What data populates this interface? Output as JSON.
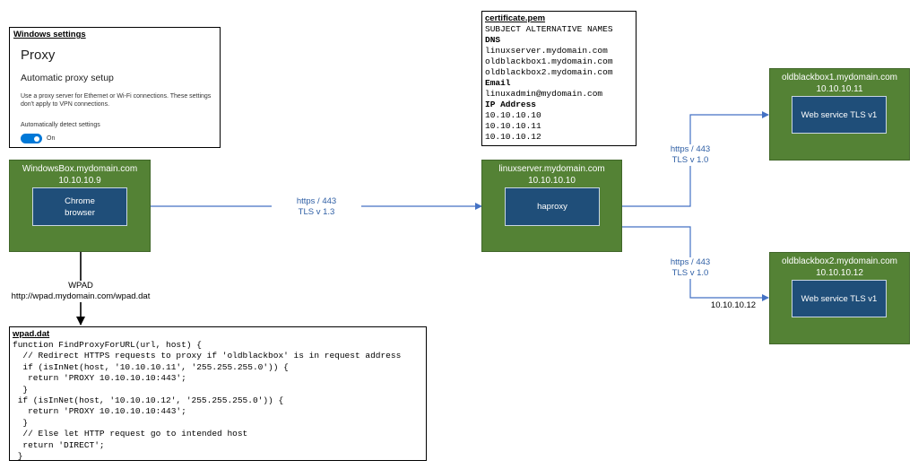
{
  "windows_settings": {
    "header": "Windows settings",
    "title": "Proxy",
    "subtitle": "Automatic proxy setup",
    "description_1": "Use a proxy server for Ethernet or Wi-Fi connections. These settings",
    "description_2": "don't apply to VPN connections.",
    "auto_detect_label": "Automatically detect settings",
    "toggle_state": "On"
  },
  "certificate": {
    "header": "certificate.pem",
    "line1": "SUBJECT ALTERNATIVE NAMES",
    "dns_heading": "DNS",
    "dns": [
      "linuxserver.mydomain.com",
      "oldblackbox1.mydomain.com",
      "oldblackbox2.mydomain.com"
    ],
    "email_heading": "Email",
    "email": "linuxadmin@mydomain.com",
    "ip_heading": "IP Address",
    "ips": [
      "10.10.10.10",
      "10.10.10.11",
      "10.10.10.12"
    ]
  },
  "windowsbox": {
    "name": "WindowsBox.mydomain.com",
    "ip": "10.10.10.9",
    "app_line1": "Chrome",
    "app_line2": "browser"
  },
  "linuxserver": {
    "name": "linuxserver.mydomain.com",
    "ip": "10.10.10.10",
    "app": "haproxy"
  },
  "oldblackbox1": {
    "name": "oldblackbox1.mydomain.com",
    "ip": "10.10.10.11",
    "app": "Web service TLS v1"
  },
  "oldblackbox2": {
    "name": "oldblackbox2.mydomain.com",
    "ip": "10.10.10.12",
    "app": "Web service TLS v1"
  },
  "edges": {
    "main_proto": "https / 443",
    "main_tls": "TLS v 1.3",
    "upper_proto": "https / 443",
    "upper_tls": "TLS v 1.0",
    "lower_proto": "https / 443",
    "lower_tls": "TLS v 1.0",
    "lower_ip": "10.10.10.12",
    "wpad_label": "WPAD",
    "wpad_url": "http://wpad.mydomain.com/wpad.dat"
  },
  "wpad": {
    "header": "wpad.dat",
    "lines": [
      "function FindProxyForURL(url, host) {",
      "  // Redirect HTTPS requests to proxy if 'oldblackbox' is in request address",
      "  if (isInNet(host, '10.10.10.11', '255.255.255.0')) {",
      "   return 'PROXY 10.10.10.10:443';",
      "  }",
      " if (isInNet(host, '10.10.10.12', '255.255.255.0')) {",
      "   return 'PROXY 10.10.10.10:443';",
      "  }",
      "  // Else let HTTP request go to intended host",
      "  return 'DIRECT';",
      " }"
    ]
  },
  "colors": {
    "host_green": "#548235",
    "service_blue": "#1f4e79",
    "connector_blue": "#4472c4",
    "toggle_blue": "#0078d7"
  }
}
